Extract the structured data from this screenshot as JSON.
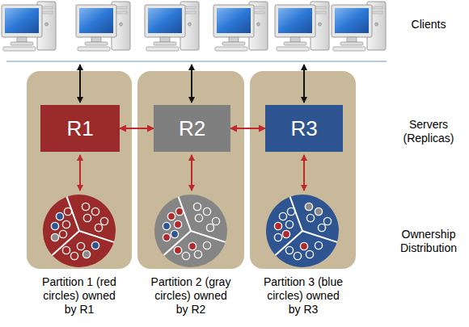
{
  "diagram": {
    "nodes": [
      {
        "text": [
          "Partition 1 (red circles) owned by R1"
        ]
      },
      {
        "text": [
          "R1"
        ],
        "in": 0
      },
      {
        "text": [
          "Partition 2 (gray circles) owned by R2"
        ]
      },
      {
        "text": [
          "R2"
        ],
        "in": 2
      },
      {
        "text": [
          "Partition 3 (blue circles) owned by R3"
        ]
      },
      {
        "text": [
          "R3"
        ],
        "in": 4
      }
    ],
    "edges": [
      {
        "from": 1,
        "to": 3,
        "arrow": "both"
      },
      {
        "from": 3,
        "to": 5,
        "arrow": "both"
      }
    ],
    "labels": [
      "Clients",
      "Servers (Replicas)",
      "Ownership Distribution"
    ]
  }
}
